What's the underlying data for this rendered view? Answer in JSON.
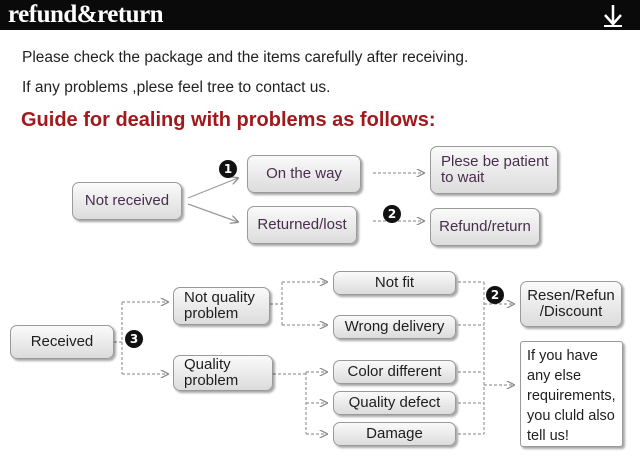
{
  "header": {
    "title": "refund&return",
    "arrow_icon": "down-arrow-icon"
  },
  "intro": {
    "line1": "Please check the package and the items carefully after receiving.",
    "line2": "If any problems ,plese feel tree to contact us."
  },
  "guide_title": "Guide for dealing with problems as follows:",
  "colors": {
    "header_bg": "#0a0a0a",
    "guide_title": "#a0191c",
    "lines": "#999999"
  },
  "not_received": {
    "label": "Not received",
    "on_the_way": "On the way",
    "returned_lost": "Returned/lost",
    "please_wait": "Plese be patient to wait",
    "refund_return": "Refund/return",
    "badge_1": "1",
    "badge_2": "2"
  },
  "received": {
    "label": "Received",
    "badge_3": "3",
    "not_quality_problem": "Not quality problem",
    "quality_problem": "Quality problem",
    "not_fit": "Not fit",
    "wrong_delivery": "Wrong delivery",
    "color_different": "Color different",
    "quality_defect": "Quality defect",
    "damage": "Damage",
    "badge_2": "2",
    "resend_refund_discount": "Resen/Refun /Discount",
    "else_requirements": "If you have any else requirements, you cluld also tell us!"
  }
}
